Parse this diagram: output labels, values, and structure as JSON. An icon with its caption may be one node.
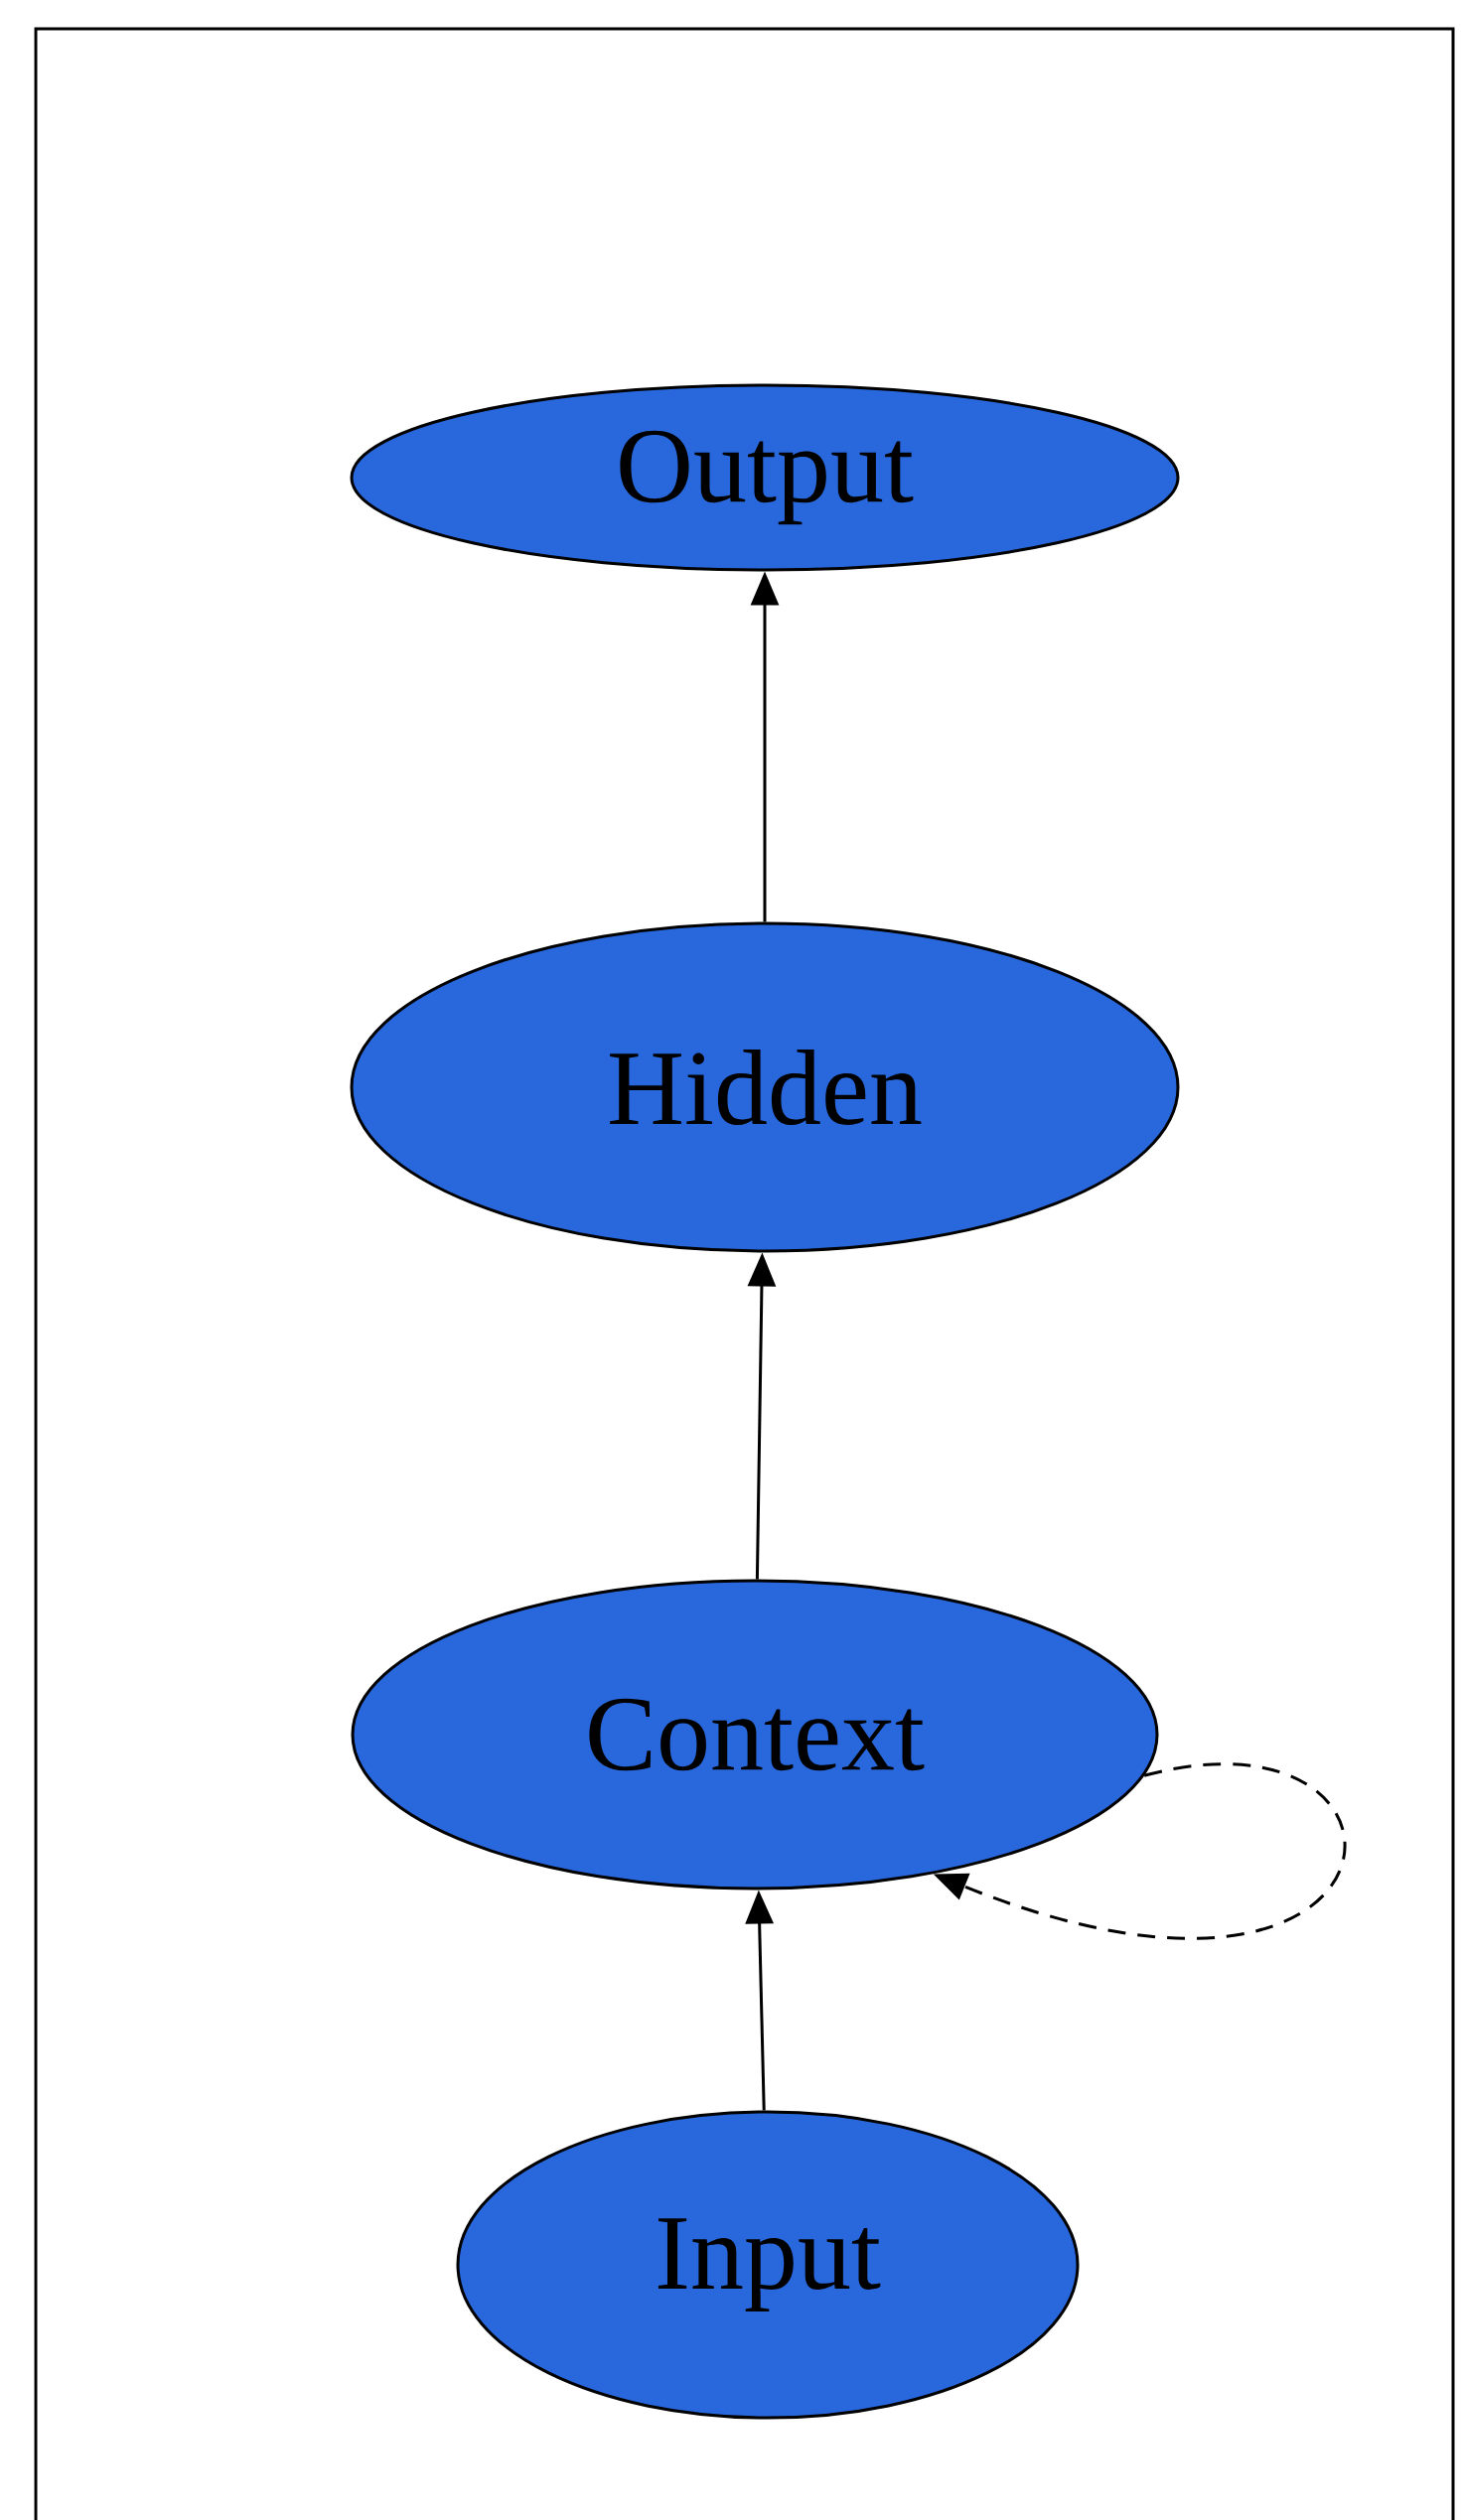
{
  "diagram": {
    "nodes": [
      {
        "text": [
          "Output"
        ]
      },
      {
        "text": [
          "Hidden"
        ]
      },
      {
        "text": [
          "Context"
        ]
      },
      {
        "text": [
          "Input"
        ]
      }
    ],
    "edges": [
      {
        "from": 3,
        "to": 2,
        "arrow": "to"
      },
      {
        "from": 2,
        "to": 1,
        "arrow": "to"
      },
      {
        "from": 1,
        "to": 0,
        "arrow": "to"
      },
      {
        "from": 2,
        "to": 2,
        "arrow": "to",
        "style": "dashed"
      }
    ]
  }
}
